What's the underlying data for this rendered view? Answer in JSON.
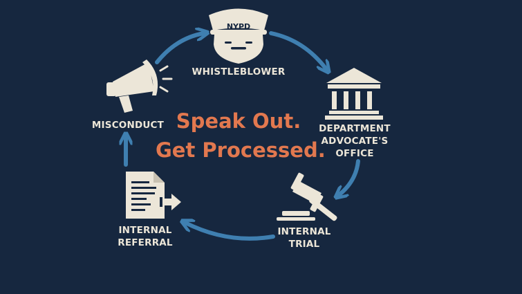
{
  "headline": {
    "line1": "Speak Out.",
    "line2": "Get Processed."
  },
  "nodes": {
    "whistleblower": {
      "label": "WHISTLEBLOWER",
      "badge_text": "NYPD",
      "icon": "police-officer-icon"
    },
    "department_advocate": {
      "line1": "DEPARTMENT",
      "line2": "ADVOCATE'S",
      "line3": "OFFICE",
      "icon": "courthouse-icon"
    },
    "internal_trial": {
      "line1": "INTERNAL",
      "line2": "TRIAL",
      "icon": "gavel-icon"
    },
    "internal_referral": {
      "line1": "INTERNAL",
      "line2": "REFERRAL",
      "icon": "document-forward-icon"
    },
    "misconduct": {
      "label": "MISCONDUCT",
      "icon": "megaphone-icon"
    }
  },
  "colors": {
    "background": "#16273f",
    "arrow": "#3f7fb0",
    "icon": "#ece6d8",
    "headline": "#e2784f",
    "label": "#ece6d8"
  }
}
